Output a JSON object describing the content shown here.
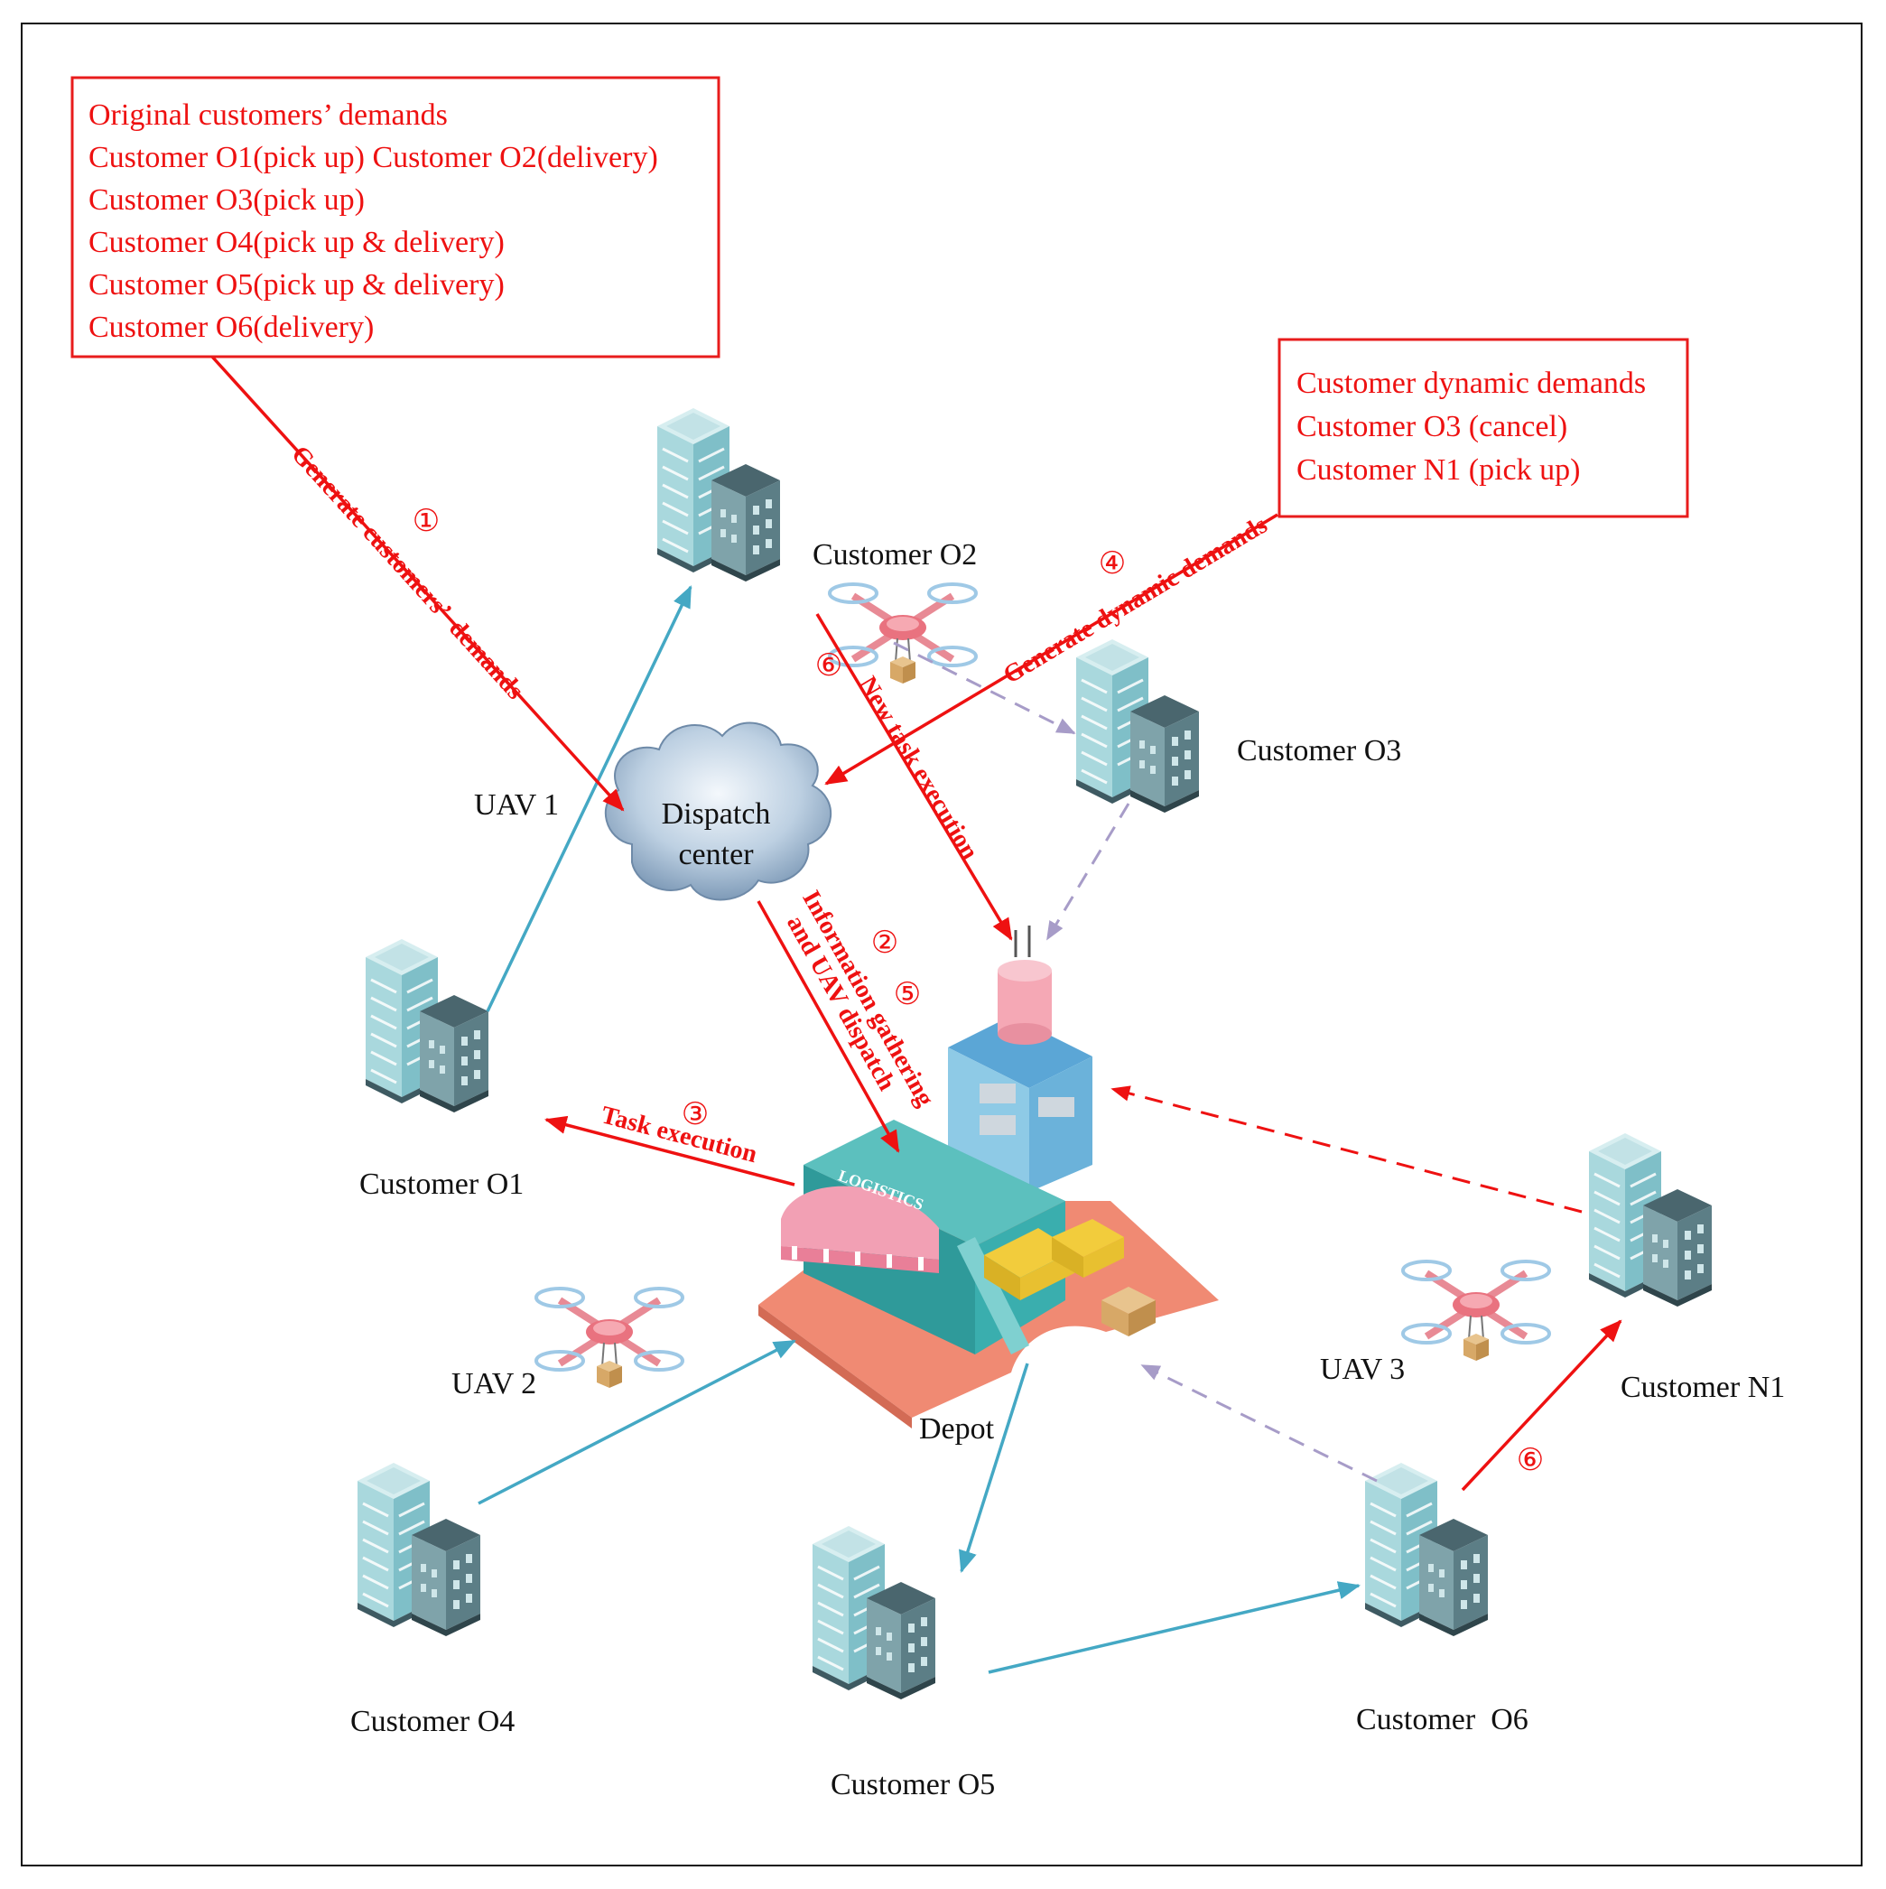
{
  "original_demands_box": {
    "lines": [
      "Original customers’  demands",
      "Customer O1(pick up) Customer O2(delivery)",
      "Customer O3(pick up)",
      "Customer O4(pick up & delivery)",
      "Customer O5(pick up & delivery)",
      "Customer O6(delivery)"
    ]
  },
  "dynamic_demands_box": {
    "lines": [
      "Customer dynamic demands",
      "Customer O3 (cancel)",
      "Customer N1 (pick up)"
    ]
  },
  "nodes": {
    "dispatch_center": [
      "Dispatch",
      "center"
    ],
    "depot": "Depot",
    "depot_sign": "LOGISTICS",
    "customer_o1": "Customer O1",
    "customer_o2": "Customer O2",
    "customer_o3": "Customer O3",
    "customer_o4": "Customer O4",
    "customer_o5": "Customer O5",
    "customer_o6": "Customer  O6",
    "customer_n1": "Customer N1"
  },
  "uavs": {
    "uav1": "UAV 1",
    "uav2": "UAV 2",
    "uav3": "UAV 3"
  },
  "edge_labels": {
    "generate_customers_demands": "Generate customers’  demands",
    "generate_dynamic_demands": "Generate dynamic demands",
    "new_task_execution": "New task execution",
    "info_gathering_line1": "Information gathering",
    "info_gathering_line2": "and UAV dispatch",
    "task_execution": "Task execution"
  },
  "step_markers": {
    "s1": "①",
    "s2": "②",
    "s3": "③",
    "s4": "④",
    "s5": "⑤",
    "s6a": "⑥",
    "s6b": "⑥"
  },
  "colors": {
    "red": "#ee1111",
    "blue": "#44a8c4",
    "purple": "#a79cc8",
    "building_light": "#a9d8dd",
    "building_dark": "#4f6f78"
  }
}
